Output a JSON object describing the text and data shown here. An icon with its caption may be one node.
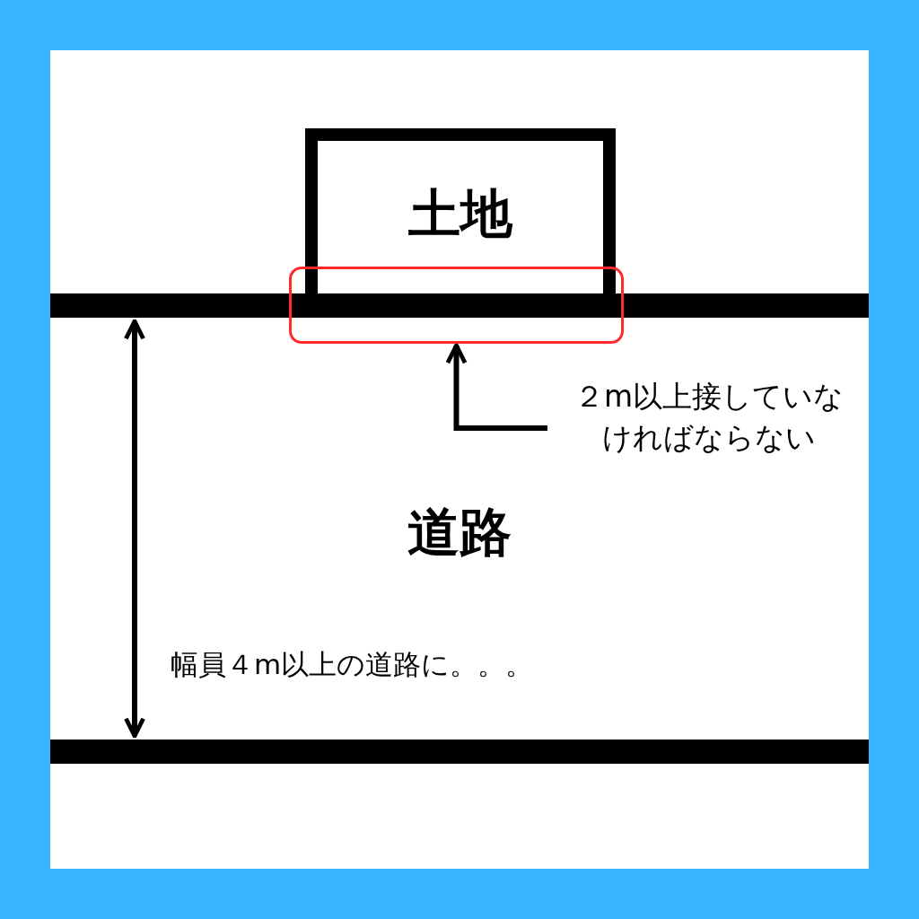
{
  "diagram": {
    "nodes": [
      {
        "text": [
          "土地"
        ]
      },
      {
        "text": [],
        "shape": "box"
      },
      {
        "text": [
          "２m以上接していなければならない"
        ]
      }
    ],
    "edges": [
      {
        "from": 2,
        "to": 1,
        "arrow": "to"
      }
    ],
    "labels": [
      "道路",
      "幅員４m以上の道路に。。。"
    ]
  }
}
